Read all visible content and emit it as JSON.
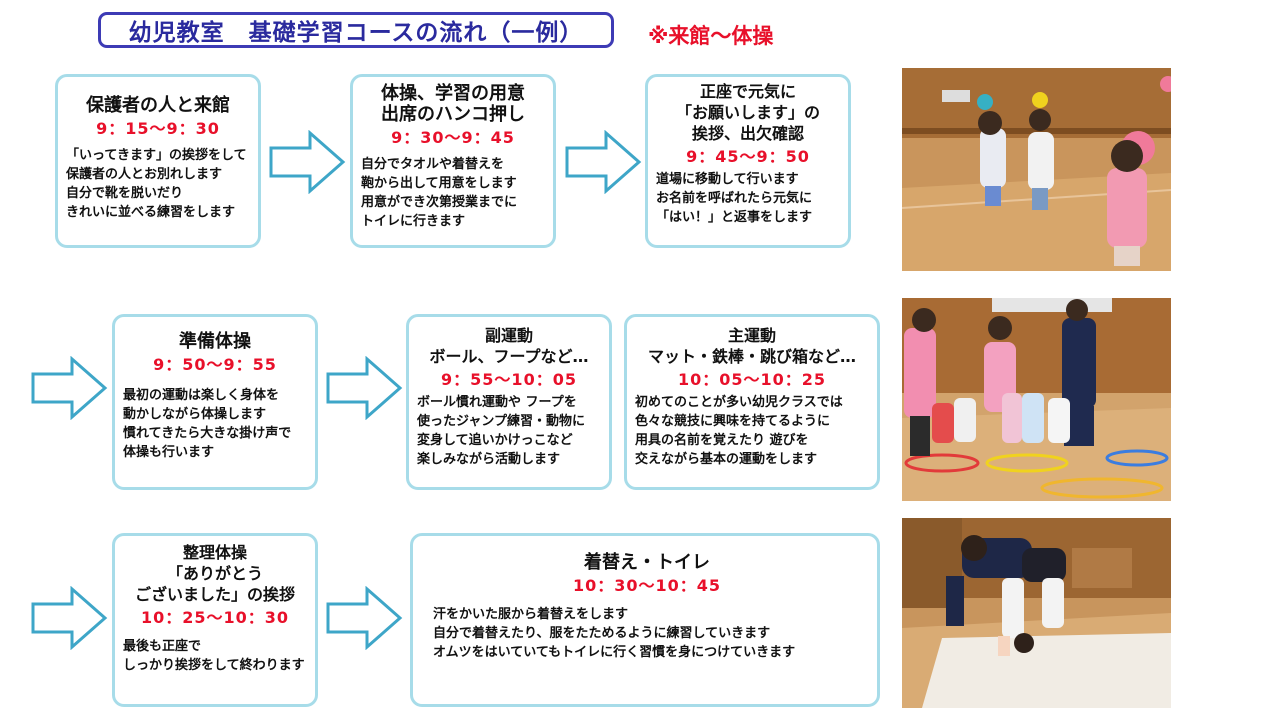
{
  "header": {
    "title": "幼児教室　基礎学習コースの流れ（一例）",
    "note": "※来館〜体操"
  },
  "steps": [
    {
      "title": "保護者の人と来館",
      "time": "9：15〜9：30",
      "desc": "「いってきます」の挨拶をして\n保護者の人とお別れします\n自分で靴を脱いだり\nきれいに並べる練習をします"
    },
    {
      "title": "体操、学習の用意\n出席のハンコ押し",
      "time": "9：30〜9：45",
      "desc": "自分でタオルや着替えを\n鞄から出して用意をします\n用意ができ次第授業までに\nトイレに行きます"
    },
    {
      "title": "正座で元気に\n「お願いします」の\n挨拶、出欠確認",
      "time": "9：45〜9：50",
      "desc": "道場に移動して行います\nお名前を呼ばれたら元気に\n「はい！」と返事をします"
    },
    {
      "title": "準備体操",
      "time": "9：50〜9：55",
      "desc": "最初の運動は楽しく身体を\n動かしながら体操します\n慣れてきたら大きな掛け声で\n体操も行います"
    },
    {
      "title": "副運動\nボール、フープなど…",
      "time": "9：55〜10：05",
      "desc": "ボール慣れ運動や フープを\n使ったジャンプ練習・動物に\n変身して追いかけっこなど\n楽しみながら活動します"
    },
    {
      "title": "主運動\nマット・鉄棒・跳び箱など…",
      "time": "10：05〜10：25",
      "desc": "初めてのことが多い幼児クラスでは\n色々な競技に興味を持てるように\n用具の名前を覚えたり 遊びを\n交えながら基本の運動をします"
    },
    {
      "title": "整理体操\n「ありがとう\nございました」の挨拶",
      "time": "10：25〜10：30",
      "desc": "最後も正座で\nしっかり挨拶をして終わります"
    },
    {
      "title": "着替え・トイレ",
      "time": "10：30〜10：45",
      "desc": "汗をかいた服から着替えをします\n自分で着替えたり、服をたためるように練習していきます\nオムツをはいていてもトイレに行く習慣を身につけていきます"
    }
  ],
  "colors": {
    "accent_red": "#e8102a",
    "title_blue": "#2a2a9e",
    "box_border": "#a7dce9",
    "arrow": "#3ea6c8"
  }
}
